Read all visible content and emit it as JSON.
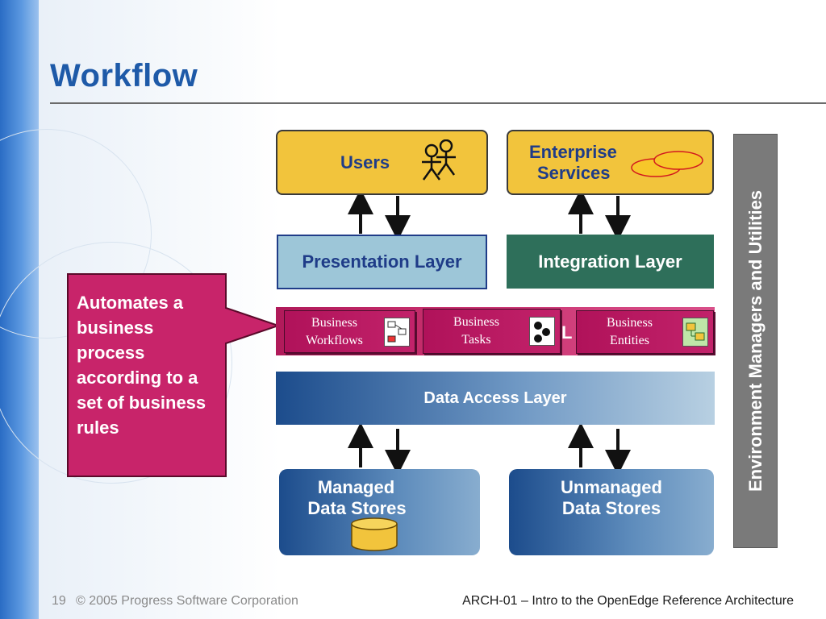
{
  "slide": {
    "title": "Workflow",
    "nodes": {
      "users": "Users",
      "enterprise_services": [
        "Enterprise",
        "Services"
      ],
      "presentation_layer": "Presentation Layer",
      "integration_layer": "Integration Layer",
      "business_layer_fragment": "L",
      "business_workflows": [
        "Business",
        "Workflows"
      ],
      "business_tasks": [
        "Business",
        "Tasks"
      ],
      "business_entities": [
        "Business",
        "Entities"
      ],
      "data_access_layer": "Data Access Layer",
      "managed_data_stores": [
        "Managed",
        "Data Stores"
      ],
      "unmanaged_data_stores": [
        "Unmanaged",
        "Data Stores"
      ],
      "environment_managers": "Environment Managers and Utilities"
    },
    "callout": "Automates a business process according to a set of business rules",
    "footer": {
      "page_number": "19",
      "copyright": "© 2005 Progress Software Corporation",
      "session": "ARCH-01 – Intro to the OpenEdge Reference Architecture"
    }
  },
  "colors": {
    "title": "#1e5aa8",
    "node_yellow": "#f2c43c",
    "presentation": "#9dc6d8",
    "integration": "#2e6f5a",
    "business_magenta": "#c2226a",
    "environment_gray": "#7a7a7a"
  }
}
